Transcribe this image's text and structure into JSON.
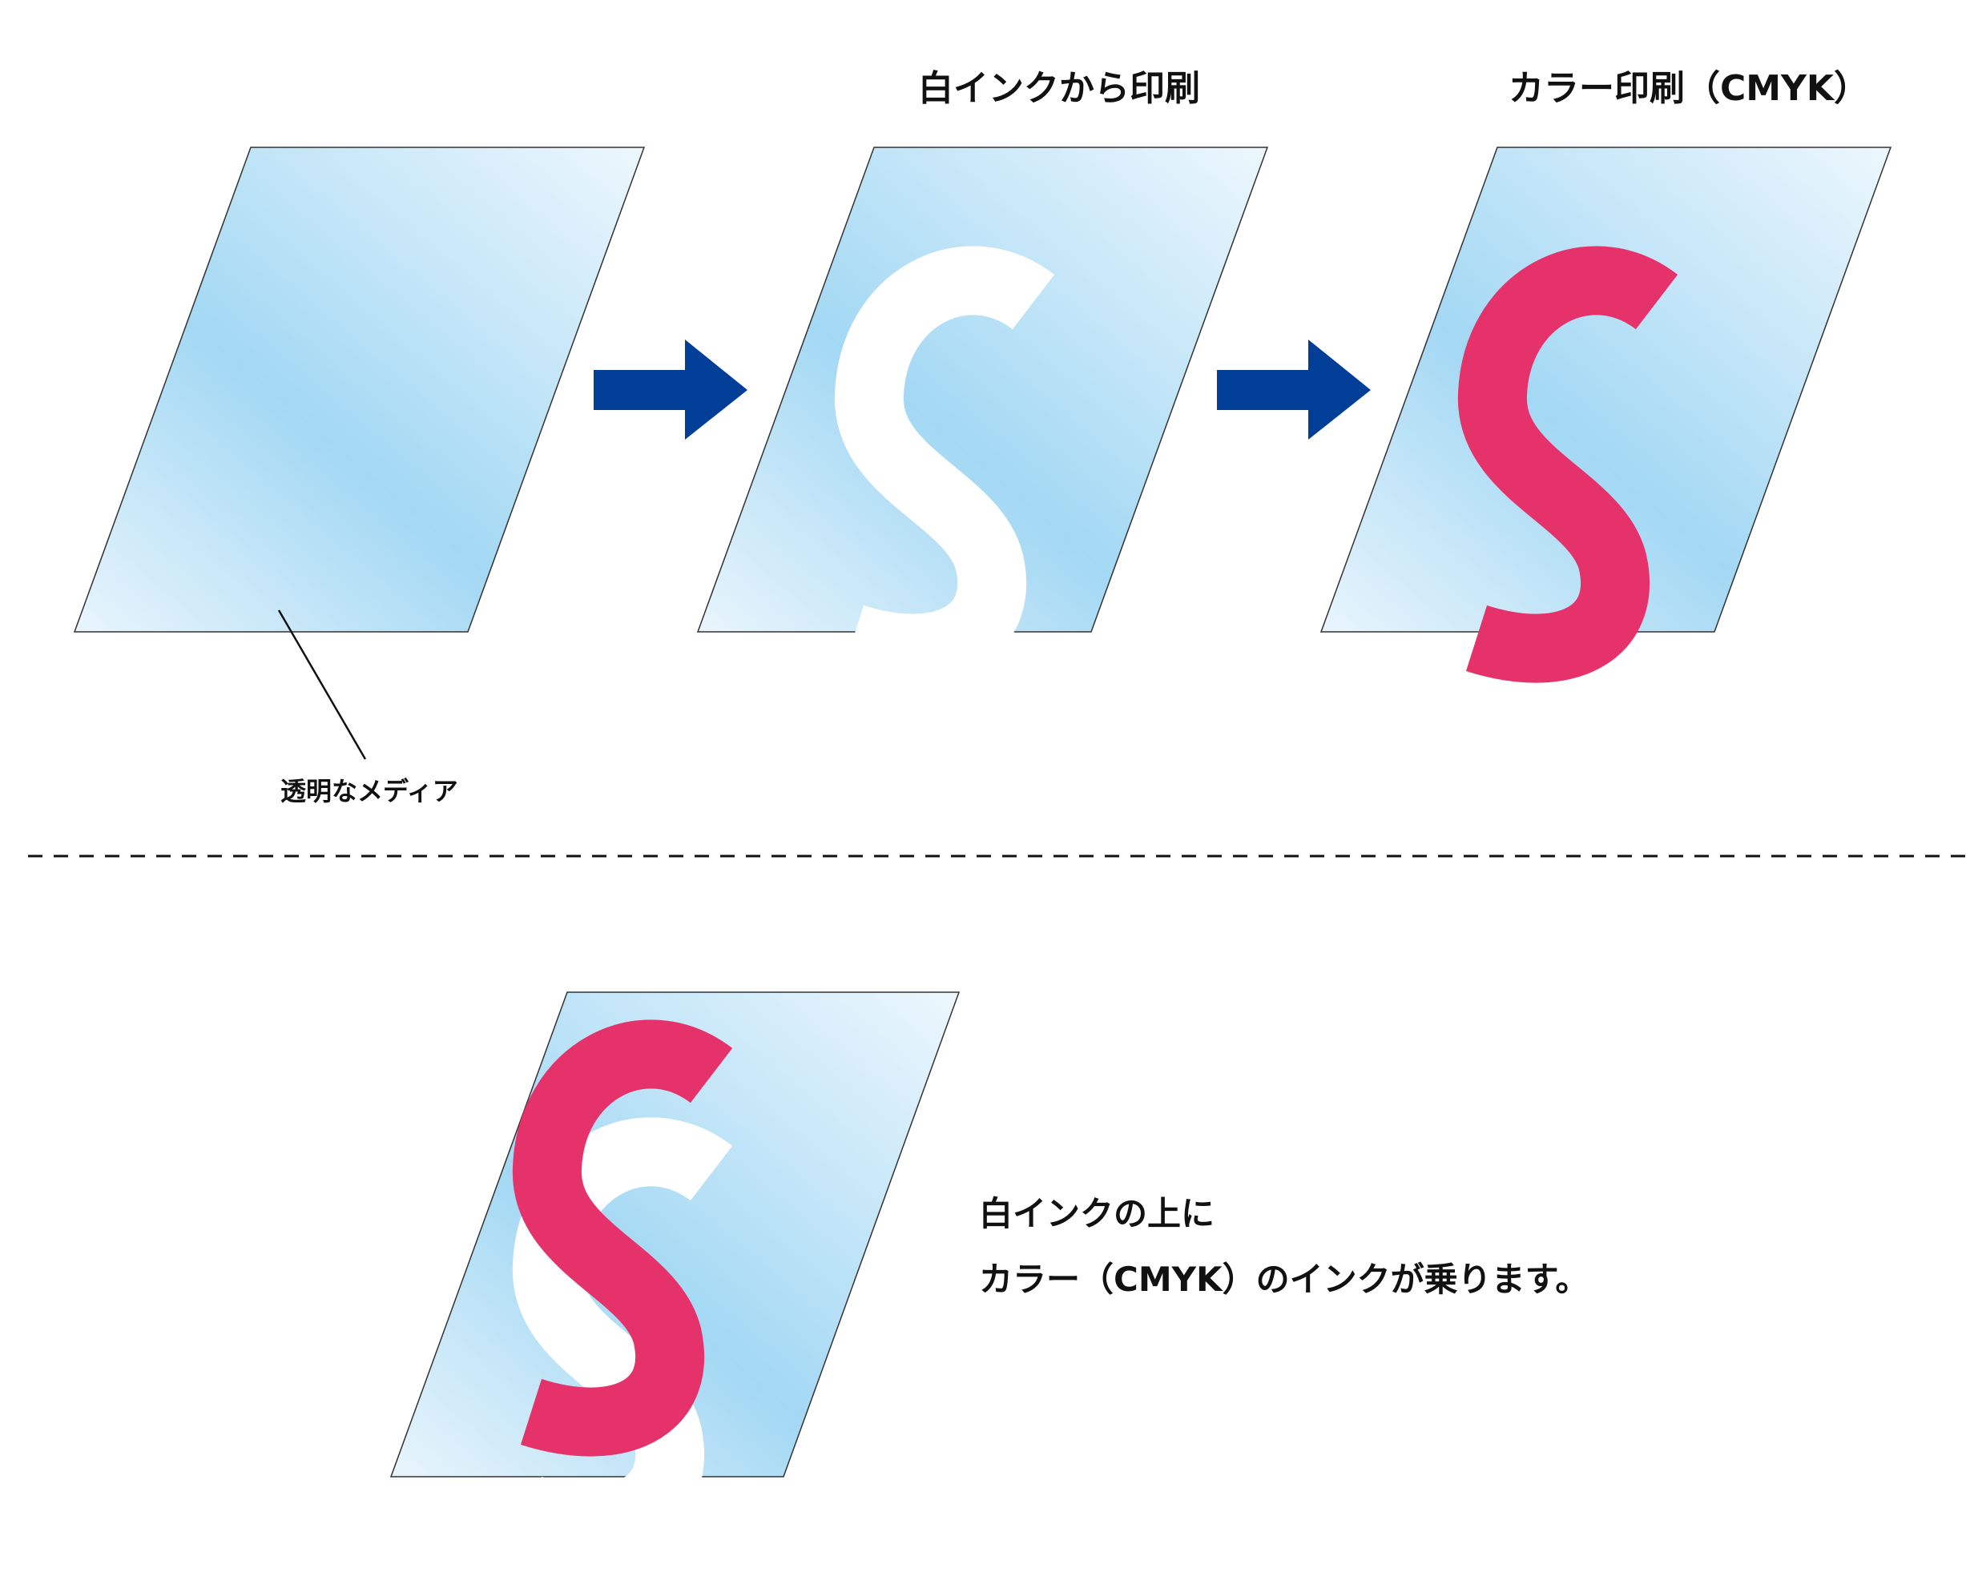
{
  "steps": [
    {
      "heading": ""
    },
    {
      "heading": "白インクから印刷"
    },
    {
      "heading": "カラー印刷（CMYK）"
    }
  ],
  "callout": {
    "label": "透明なメディア"
  },
  "glyph": "S",
  "explanation": {
    "line1": "白インクの上に",
    "line2": "カラー（CMYK）のインクが乗ります。"
  },
  "colors": {
    "media_light": "#e9f5fc",
    "media_mid": "#a3d8f4",
    "white_ink": "#ffffff",
    "cmyk_ink": "#e6326b",
    "arrow": "#003e98",
    "outline": "#222222",
    "divider": "#111111"
  },
  "icons": {
    "arrow": "right-arrow-icon"
  }
}
